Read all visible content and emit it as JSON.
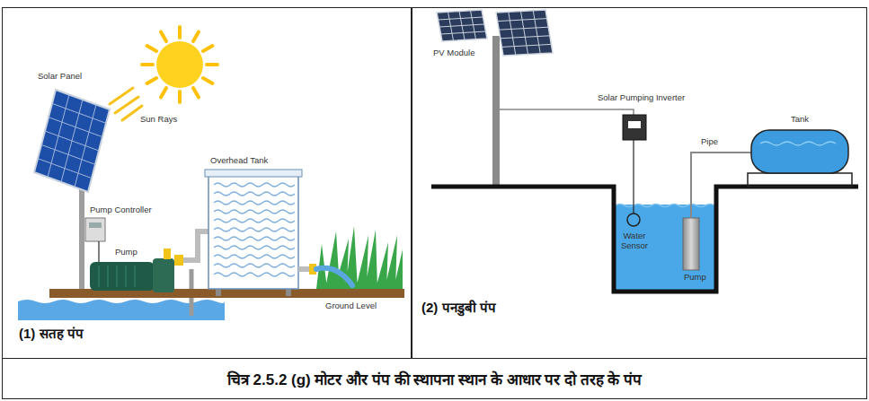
{
  "diagram": {
    "caption": "चित्र 2.5.2 (g) मोटर और पंप की स्थापना स्थान के आधार पर दो तरह के पंप",
    "nodes": [
      {
        "text": [
          "(1) सतह पंप"
        ]
      },
      {
        "text": [
          "(2) पनडुबी पंप"
        ]
      }
    ],
    "labels": [
      "Solar Panel",
      "Sun Rays",
      "Pump Controller",
      "Pump",
      "Overhead Tank",
      "Ground Level",
      "PV Module",
      "Solar Pumping Inverter",
      "Pipe",
      "Tank",
      "Water Sensor",
      "Pump"
    ]
  }
}
